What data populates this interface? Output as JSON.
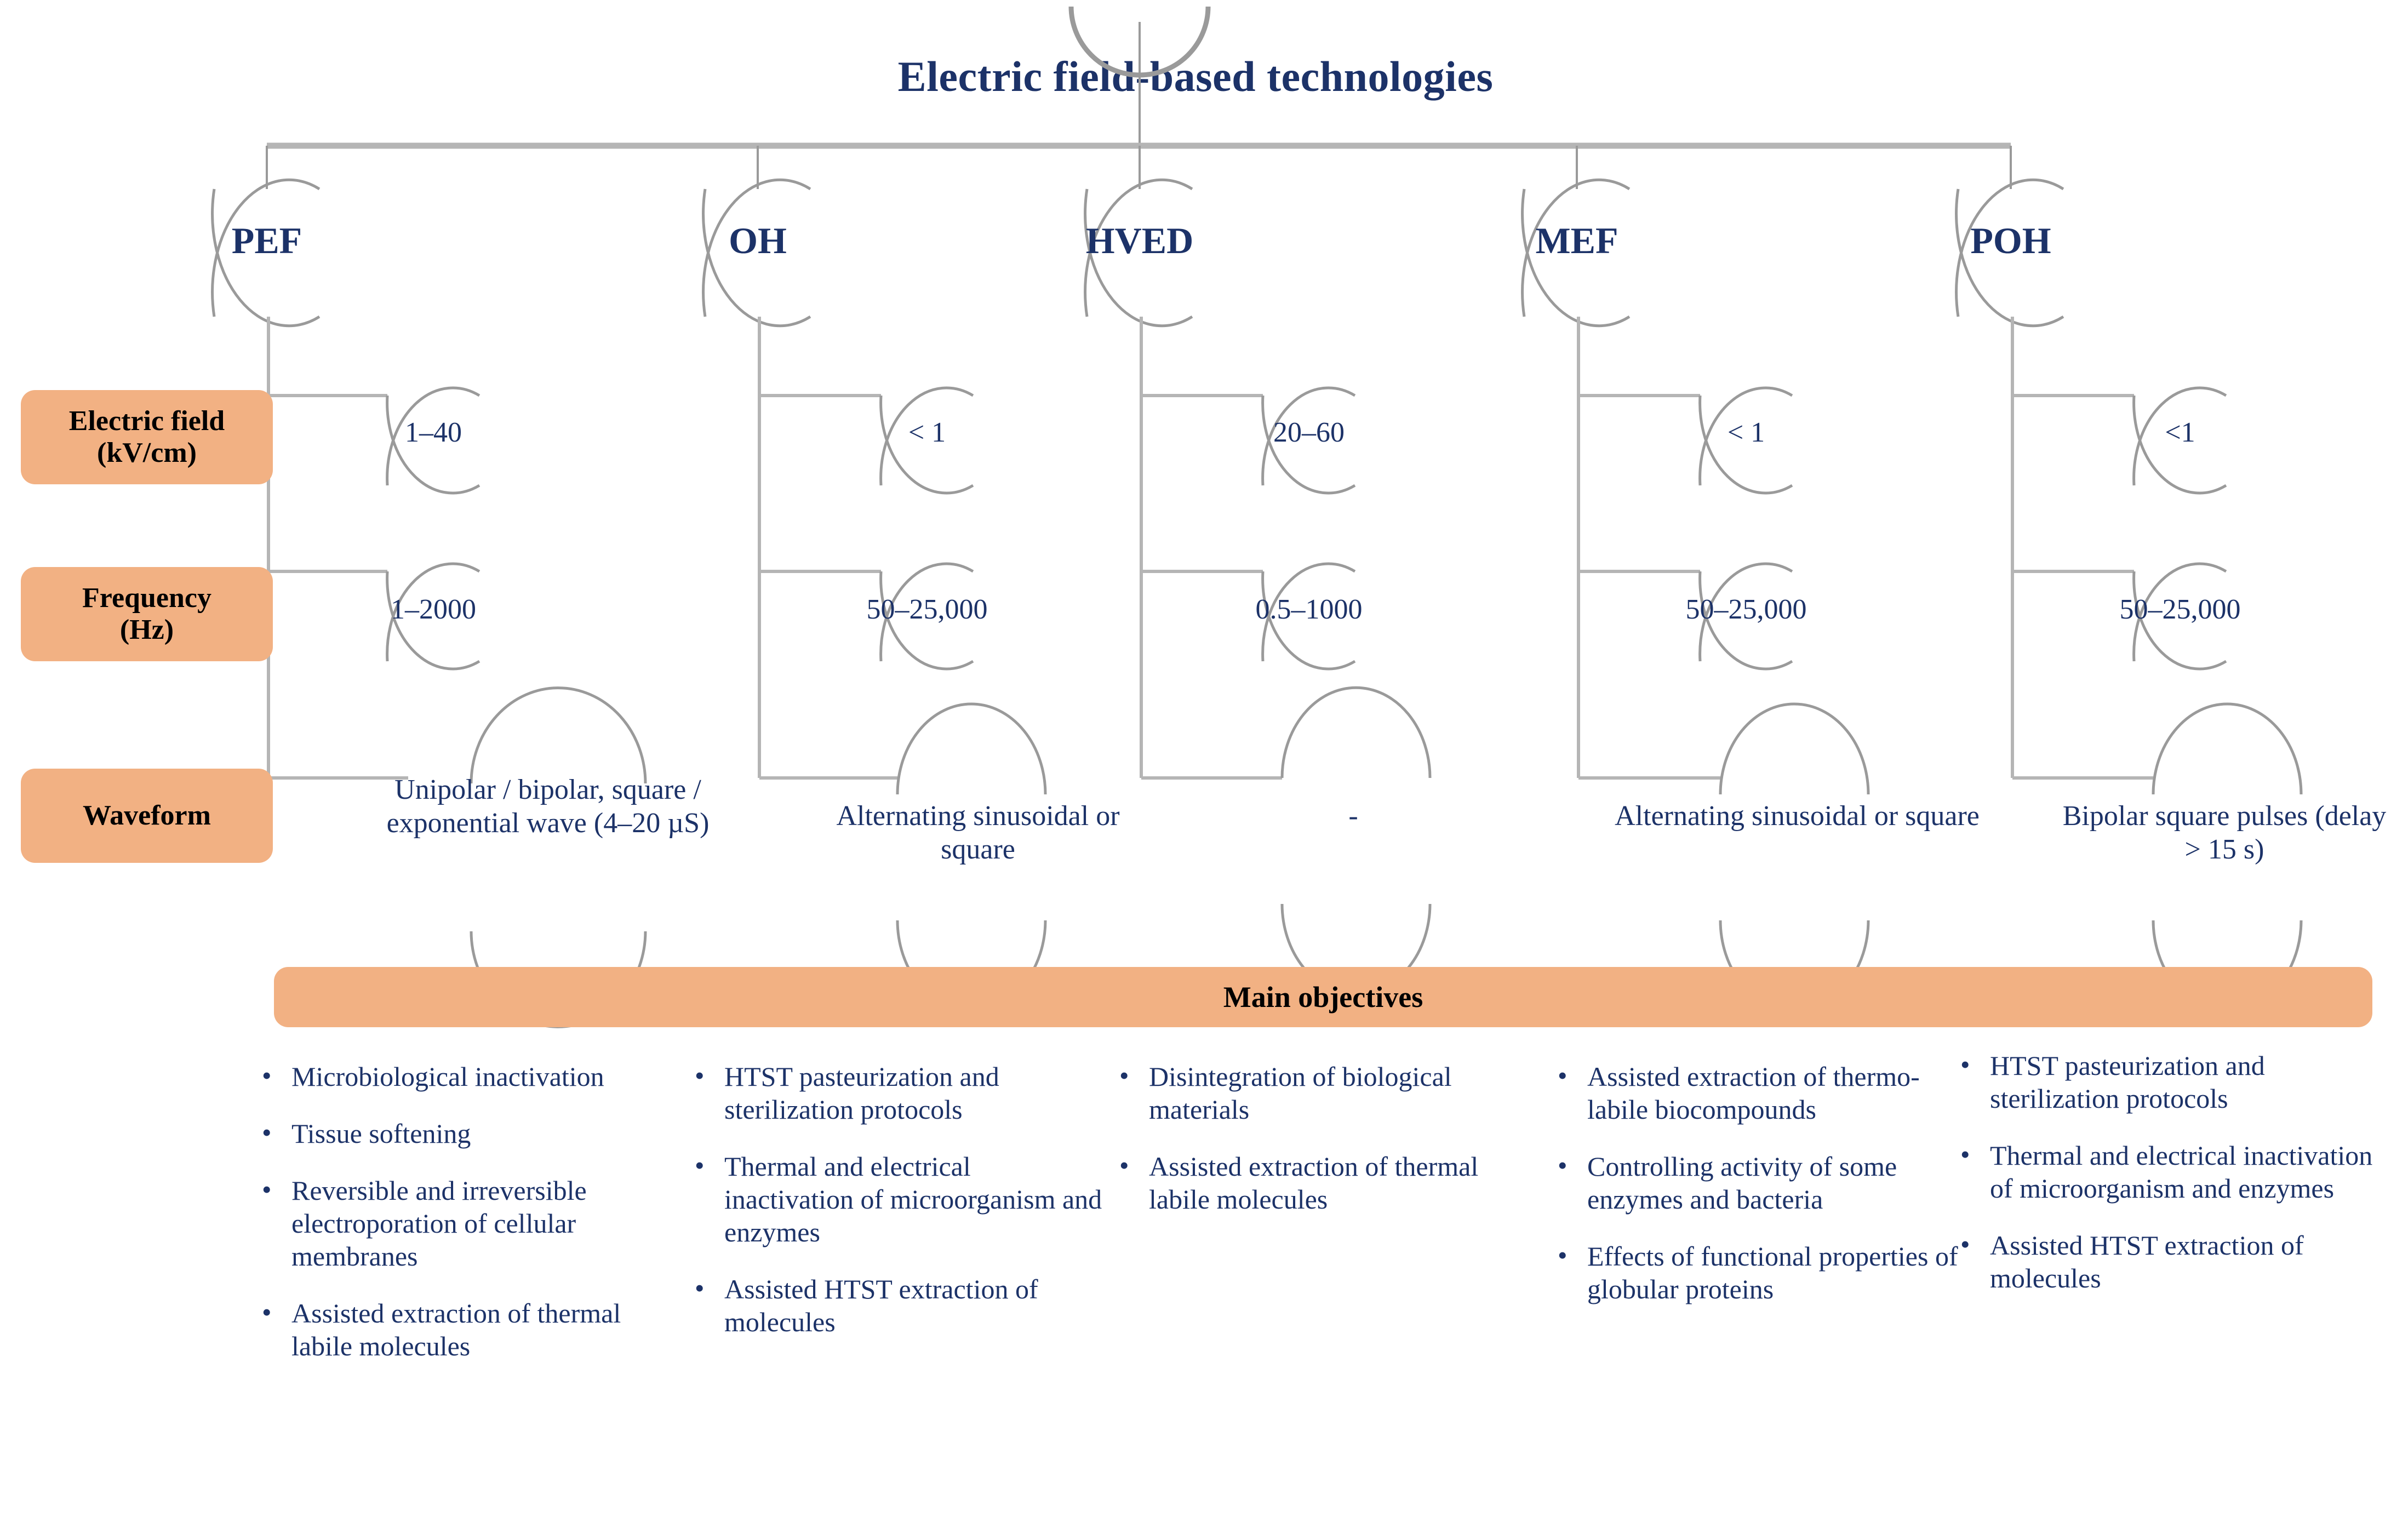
{
  "title": "Electric field-based technologies",
  "technologies": [
    {
      "abbr": "PEF"
    },
    {
      "abbr": "OH"
    },
    {
      "abbr": "HVED"
    },
    {
      "abbr": "MEF"
    },
    {
      "abbr": "POH"
    }
  ],
  "row_labels": [
    {
      "line1": "Electric field",
      "line2": "(kV/cm)"
    },
    {
      "line1": "Frequency",
      "line2": "(Hz)"
    },
    {
      "line1": "Waveform",
      "line2": ""
    }
  ],
  "rows": {
    "electric_field": [
      "1–40",
      "< 1",
      "20–60",
      "< 1",
      "<1"
    ],
    "frequency": [
      "1–2000",
      "50–25,000",
      "0.5–1000",
      "50–25,000",
      "50–25,000"
    ],
    "waveform": [
      "Unipolar / bipolar,  square / exponential wave (4–20 µS)",
      "Alternating sinusoidal or square",
      "-",
      "Alternating sinusoidal or square",
      "Bipolar square pulses (delay > 15 s)"
    ]
  },
  "objectives_banner": "Main objectives",
  "objectives": [
    {
      "tech": "PEF",
      "items": [
        "Microbiological inactivation",
        "Tissue softening",
        "Reversible and irreversible electroporation of cellular membranes",
        "Assisted extraction of thermal labile molecules"
      ]
    },
    {
      "tech": "OH",
      "items": [
        "HTST pasteurization and sterilization protocols",
        "Thermal and electrical inactivation of microorganism and enzymes",
        "Assisted HTST extraction of molecules"
      ]
    },
    {
      "tech": "HVED",
      "items": [
        "Disintegration of biological materials",
        "Assisted extraction of thermal labile molecules"
      ]
    },
    {
      "tech": "MEF",
      "items": [
        "Assisted extraction of thermo-labile biocompounds",
        "Controlling activity of some enzymes and bacteria",
        "Effects of functional properties of globular proteins"
      ]
    },
    {
      "tech": "POH",
      "items": [
        "HTST pasteurization and sterilization protocols",
        "Thermal and electrical inactivation of microorganism and enzymes",
        "Assisted HTST extraction of molecules"
      ]
    }
  ],
  "colors": {
    "accent_orange": "#f2b183",
    "text_navy": "#1c3268",
    "line_gray": "#9a9a9a",
    "label_black": "#000000"
  }
}
